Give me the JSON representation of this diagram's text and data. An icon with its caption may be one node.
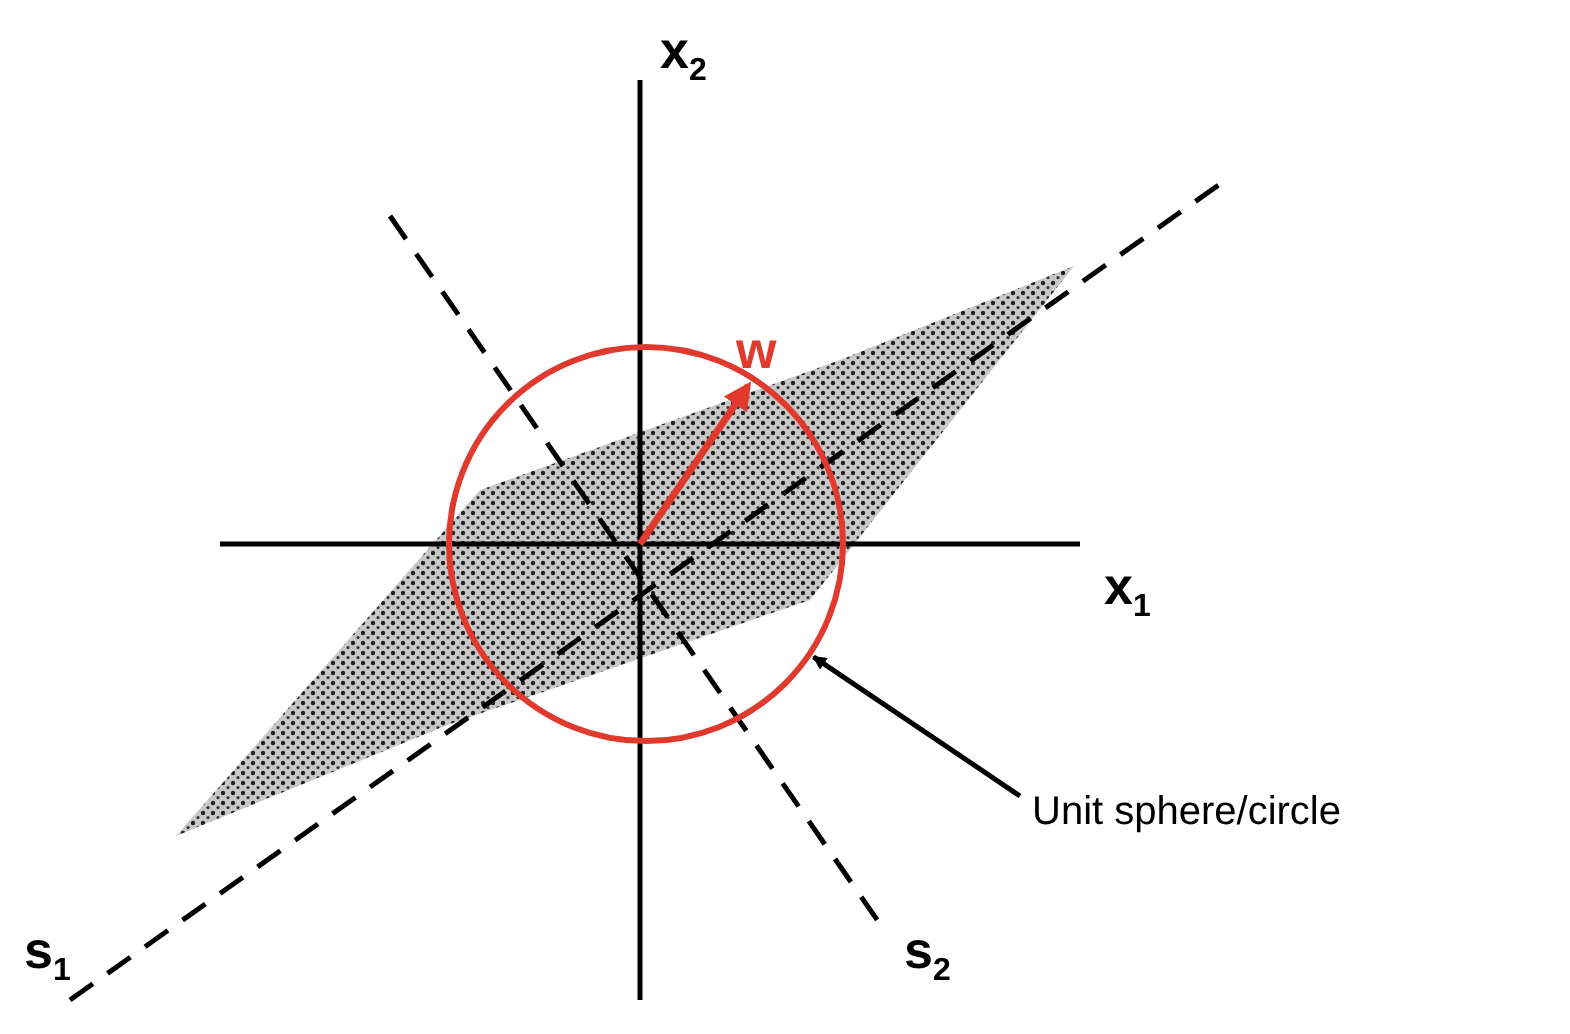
{
  "diagram": {
    "nodes": [
      {
        "text": [
          "Unit sphere/circle"
        ]
      },
      {
        "text": [],
        "shape": "circle"
      }
    ],
    "edges": [
      {
        "from": 0,
        "to": 1,
        "arrow": "to"
      }
    ],
    "labels": [
      "x$_{2}$",
      "w",
      "x$_{1}$",
      "s$_{1}$",
      "s$_{2}$"
    ]
  }
}
